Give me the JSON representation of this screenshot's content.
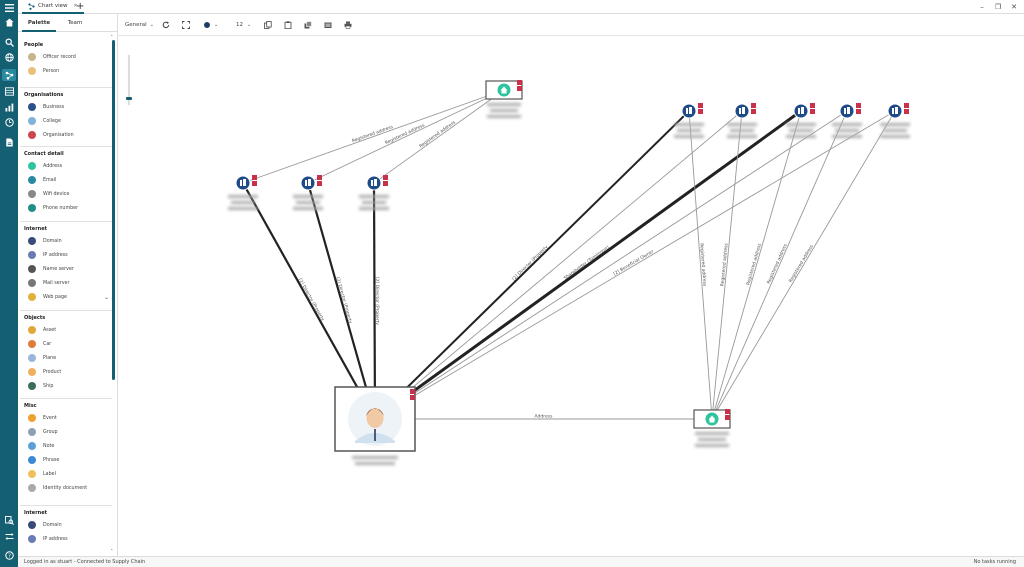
{
  "window": {
    "tab_label": "Chart view",
    "new_tab": "+"
  },
  "palette": {
    "tabs": [
      "Palette",
      "Team"
    ],
    "sections": [
      {
        "title": "People",
        "items": [
          {
            "label": "Officer record",
            "color": "#c9b48a"
          },
          {
            "label": "Person",
            "color": "#e8c07a"
          }
        ]
      },
      {
        "title": "Organisations",
        "items": [
          {
            "label": "Business",
            "color": "#2d4f8e"
          },
          {
            "label": "College",
            "color": "#7fb3d8"
          },
          {
            "label": "Organisation",
            "color": "#c9474d"
          }
        ]
      },
      {
        "title": "Contact detail",
        "items": [
          {
            "label": "Address",
            "color": "#2ec4a0"
          },
          {
            "label": "Email",
            "color": "#2a8aa0"
          },
          {
            "label": "Wifi device",
            "color": "#888"
          },
          {
            "label": "Phone number",
            "color": "#1f8f8a"
          }
        ]
      },
      {
        "title": "Internet",
        "items": [
          {
            "label": "Domain",
            "color": "#3a4a78"
          },
          {
            "label": "IP address",
            "color": "#6a7ab5"
          },
          {
            "label": "Name server",
            "color": "#555"
          },
          {
            "label": "Mail server",
            "color": "#777"
          },
          {
            "label": "Web page",
            "color": "#e0b23a"
          }
        ]
      },
      {
        "title": "Objects",
        "items": [
          {
            "label": "Asset",
            "color": "#e0a83a"
          },
          {
            "label": "Car",
            "color": "#e07a3a"
          },
          {
            "label": "Plane",
            "color": "#9ab6d8"
          },
          {
            "label": "Product",
            "color": "#f0b060"
          },
          {
            "label": "Ship",
            "color": "#3a6e5a"
          }
        ]
      },
      {
        "title": "Misc",
        "items": [
          {
            "label": "Event",
            "color": "#f0a030"
          },
          {
            "label": "Group",
            "color": "#8aa0b8"
          },
          {
            "label": "Note",
            "color": "#5aa0d8"
          },
          {
            "label": "Phrase",
            "color": "#3a8ad8"
          },
          {
            "label": "Label",
            "color": "#f0c060"
          },
          {
            "label": "Identity document",
            "color": "#aaa"
          }
        ]
      },
      {
        "title": "Internet",
        "items": [
          {
            "label": "Domain",
            "color": "#3a4a78"
          },
          {
            "label": "IP address",
            "color": "#6a7ab5"
          }
        ]
      }
    ]
  },
  "toolbar": {
    "layout_select": "General",
    "font_size": "12"
  },
  "graph": {
    "edge_labels": {
      "registered_address": "Registered address",
      "address": "Address",
      "director_line": "[2] Director (Property",
      "shareholder_line": "Shareholder (Tomlinson)",
      "owner_line": "[2] Beneficial Owner"
    }
  },
  "status": {
    "left": "Logged in as stuart - Connected to Supply Chain",
    "right": "No tasks running"
  },
  "colors": {
    "rail": "#155f73",
    "accent": "#2a8aa0",
    "business": "#1f4a8a",
    "badge": "#c9304a",
    "address": "#2ec4a0"
  }
}
